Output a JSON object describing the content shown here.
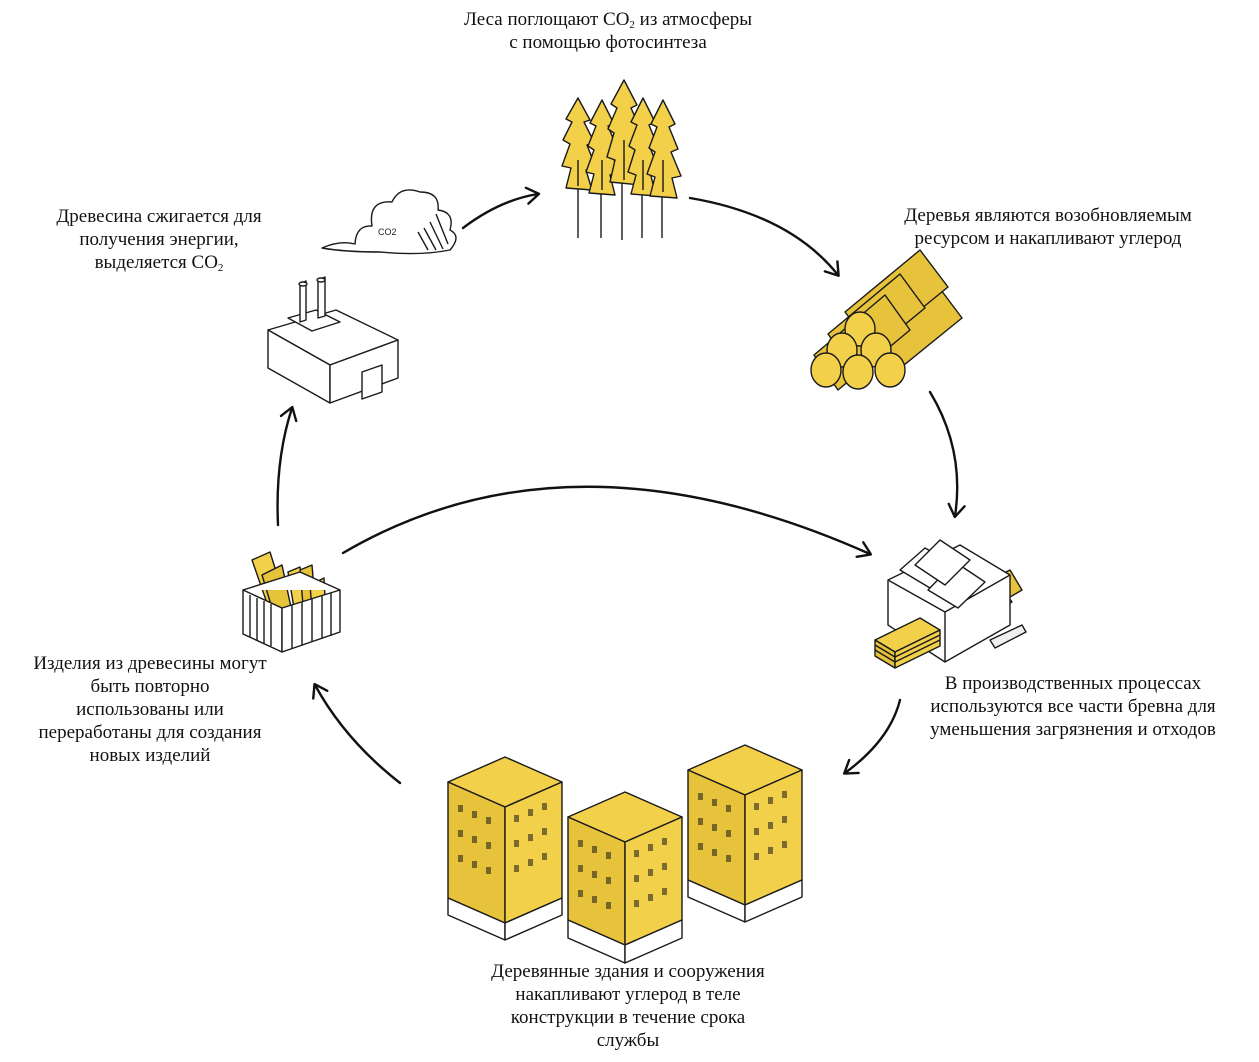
{
  "colors": {
    "wood_yellow": "#f2d04a",
    "wood_yellow_dark": "#e7c23b",
    "outline": "#1a1a1a",
    "background": "#ffffff"
  },
  "captions": {
    "forests": {
      "line1_pre": "Леса поглощают CO",
      "line1_sub": "2",
      "line1_post": " из атмосферы",
      "line2": "с помощью фотосинтеза"
    },
    "trees": {
      "line1": "Деревья являются возобновляемым",
      "line2": "ресурсом и накапливают углерод"
    },
    "production": {
      "line1": "В производственных процессах",
      "line2": "используются все части бревна для",
      "line3": "уменьшения загрязнения и отходов"
    },
    "buildings": {
      "line1": "Деревянные здания и сооружения",
      "line2": "накапливают углерод в теле",
      "line3": "конструкции в течение срока",
      "line4": "службы"
    },
    "reuse": {
      "line1": "Изделия из древесины могут",
      "line2": "быть повторно",
      "line3": "использованы или",
      "line4": "переработаны для создания",
      "line5": "новых изделий"
    },
    "burning": {
      "line1": "Древесина сжигается для",
      "line2": "получения энергии,",
      "line3_pre": "выделяется CO",
      "line3_sub": "2"
    }
  },
  "cloud_label": "CO2",
  "icons": [
    "forest-icon",
    "logs-icon",
    "sawmill-icon",
    "buildings-icon",
    "recycle-bin-icon",
    "factory-icon",
    "smoke-cloud-icon"
  ]
}
